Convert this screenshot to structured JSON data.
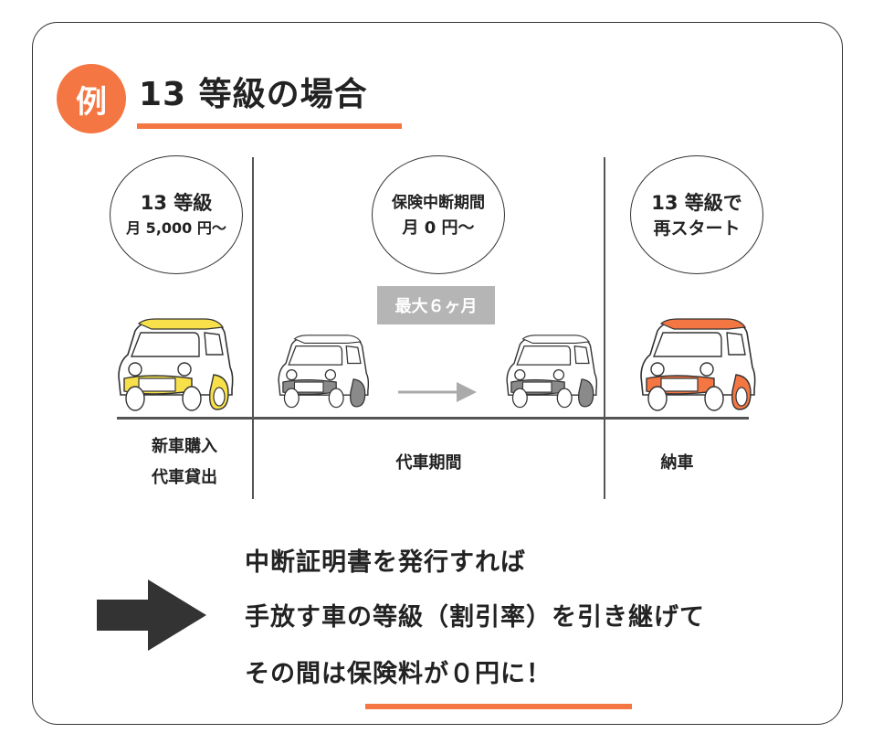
{
  "header": {
    "badge": "例",
    "title": "13 等級の場合"
  },
  "colors": {
    "accent": "#f47642",
    "yellow": "#f7e04a",
    "gray": "#b5b5b5",
    "dark": "#333333"
  },
  "circles": [
    {
      "line1": "13 等級",
      "line2": "月 5,000 円〜"
    },
    {
      "line1": "保険中断期間",
      "line2": "月 0 円〜"
    },
    {
      "line1": "13 等級で",
      "line2": "再スタート"
    }
  ],
  "tag": "最大６ヶ月",
  "labels": {
    "first_line1": "新車購入",
    "first_line2": "代車貸出",
    "middle": "代車期間",
    "last": "納車"
  },
  "summary": {
    "line1": "中断証明書を発行すれば",
    "line2": "手放す車の等級（割引率）を引き継げて",
    "line3": "その間は保険料が０円に！"
  },
  "icons": {
    "car": "car-icon",
    "arrow": "arrow-right-icon"
  }
}
